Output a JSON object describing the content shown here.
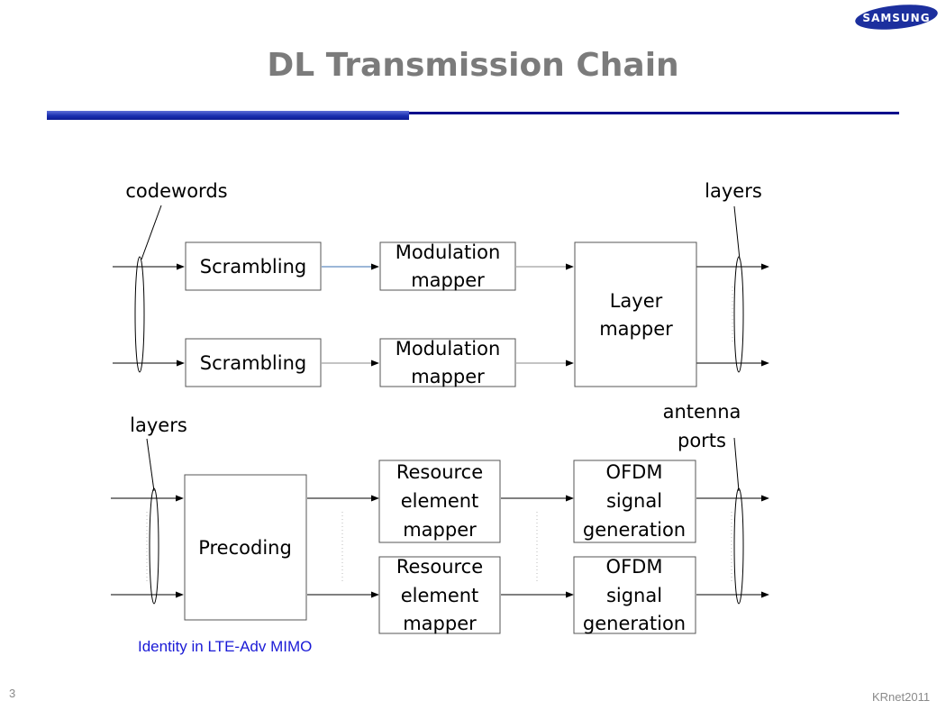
{
  "slide": {
    "title": "DL Transmission Chain",
    "logo_text": "SAMSUNG",
    "page_number": "3",
    "footer": "KRnet2011",
    "note": "Identity in LTE-Adv MIMO"
  },
  "diagram": {
    "top": {
      "input_label": "codewords",
      "output_label": "layers",
      "scrambling": [
        "Scrambling",
        "Scrambling"
      ],
      "modulation": [
        [
          "Modulation",
          "mapper"
        ],
        [
          "Modulation",
          "mapper"
        ]
      ],
      "layer_mapper": [
        "Layer",
        "mapper"
      ]
    },
    "bottom": {
      "input_label": "layers",
      "output_label": [
        "antenna",
        "ports"
      ],
      "precoding": "Precoding",
      "re_mapper": [
        [
          "Resource",
          "element",
          "mapper"
        ],
        [
          "Resource",
          "element",
          "mapper"
        ]
      ],
      "ofdm": [
        [
          "OFDM",
          "signal",
          "generation"
        ],
        [
          "OFDM",
          "signal",
          "generation"
        ]
      ]
    }
  },
  "colors": {
    "title": "#7b7b7b",
    "rule": "#000f8c",
    "note": "#1a1ad6",
    "logo": "#1c2f9e"
  }
}
